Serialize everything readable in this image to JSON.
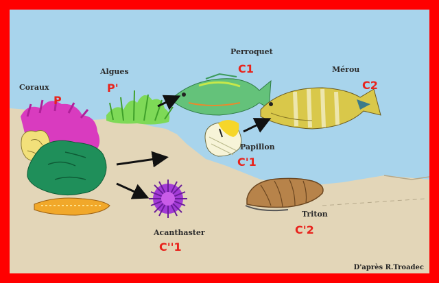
{
  "colors": {
    "frame": "#ff0000",
    "water": "#a8d4ec",
    "seabed": "#e3d6b8",
    "label_code": "#e8231c",
    "arrow": "#111111"
  },
  "organisms": {
    "coraux": {
      "name": "Coraux",
      "code": "P",
      "icon": "coral-icon"
    },
    "algues": {
      "name": "Algues",
      "code": "P'",
      "icon": "algae-icon"
    },
    "perroquet": {
      "name": "Perroquet",
      "code": "C1",
      "icon": "parrotfish-icon"
    },
    "merou": {
      "name": "Mérou",
      "code": "C2",
      "icon": "grouper-icon"
    },
    "papillon": {
      "name": "Papillon",
      "code": "C'1",
      "icon": "butterflyfish-icon"
    },
    "triton": {
      "name": "Triton",
      "code": "C'2",
      "icon": "triton-shell-icon"
    },
    "acanthaster": {
      "name": "Acanthaster",
      "code": "C''1",
      "icon": "starfish-icon"
    }
  },
  "credit": "D'après R.Troadec"
}
